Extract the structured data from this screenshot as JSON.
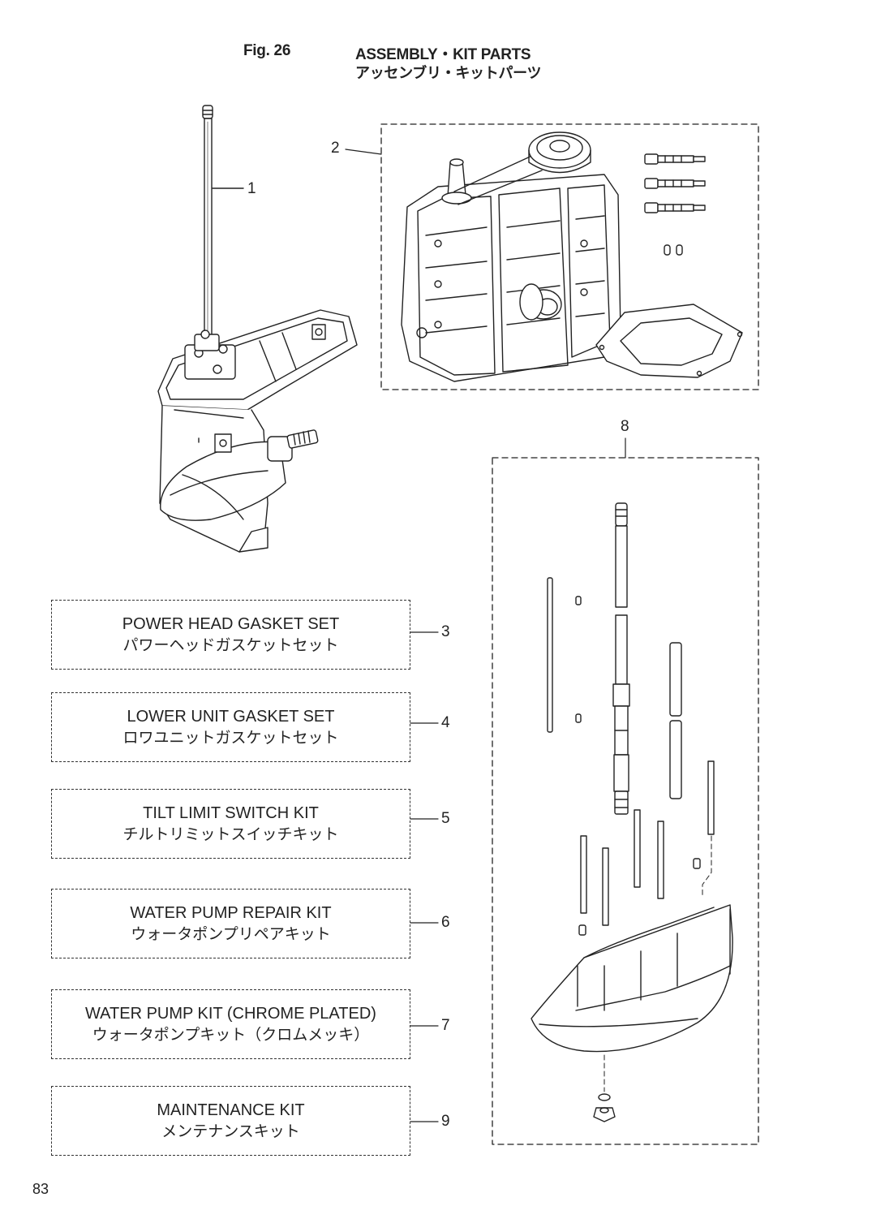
{
  "header": {
    "fig_label": "Fig. 26",
    "title_en": "ASSEMBLY・KIT PARTS",
    "title_jp": "アッセンブリ・キットパーツ"
  },
  "callouts": {
    "c1": "1",
    "c2": "2",
    "c8": "8"
  },
  "kits": [
    {
      "number": "3",
      "name_en": "POWER HEAD GASKET SET",
      "name_jp": "パワーヘッドガスケットセット"
    },
    {
      "number": "4",
      "name_en": "LOWER UNIT GASKET SET",
      "name_jp": "ロワユニットガスケットセット"
    },
    {
      "number": "5",
      "name_en": "TILT LIMIT SWITCH KIT",
      "name_jp": "チルトリミットスイッチキット"
    },
    {
      "number": "6",
      "name_en": "WATER PUMP REPAIR KIT",
      "name_jp": "ウォータポンプリペアキット"
    },
    {
      "number": "7",
      "name_en": "WATER PUMP KIT (CHROME PLATED)",
      "name_jp": "ウォータポンプキット（クロムメッキ）"
    },
    {
      "number": "9",
      "name_en": "MAINTENANCE KIT",
      "name_jp": "メンテナンスキット"
    }
  ],
  "page_number": "83"
}
